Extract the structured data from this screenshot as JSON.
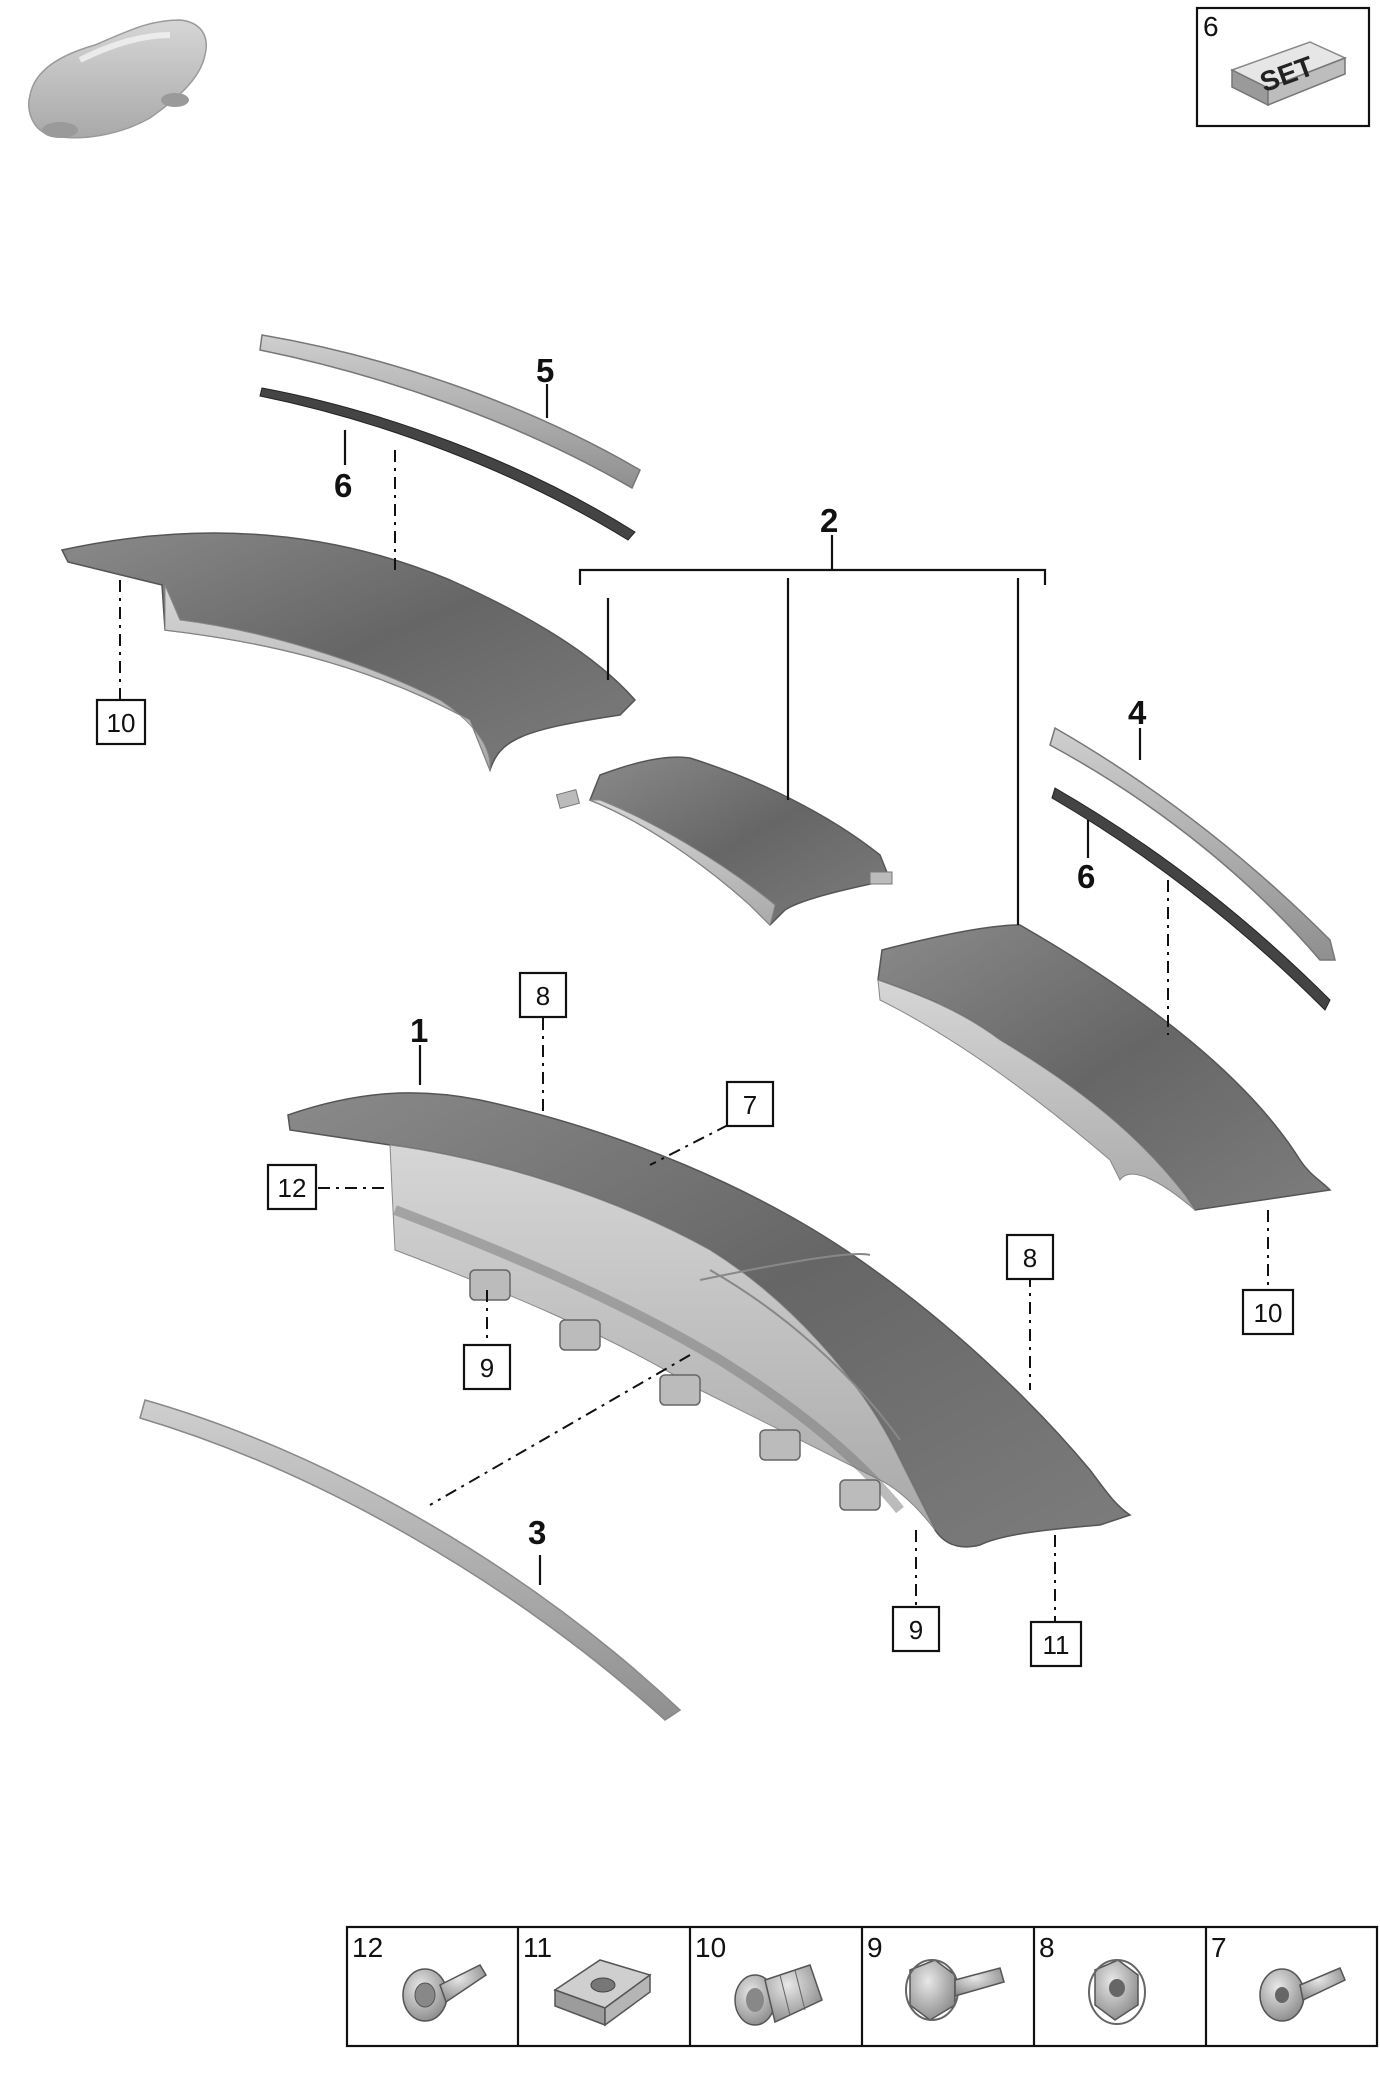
{
  "callouts": {
    "p1": "1",
    "p2": "2",
    "p3": "3",
    "p4": "4",
    "p5": "5",
    "p6a": "6",
    "p6b": "6",
    "b7": "7",
    "b8a": "8",
    "b8b": "8",
    "b9a": "9",
    "b9b": "9",
    "b10a": "10",
    "b10b": "10",
    "b11": "11",
    "b12": "12"
  },
  "set_box": {
    "number": "6",
    "label": "SET"
  },
  "legend": [
    {
      "number": "12",
      "icon": "clip-screw-icon"
    },
    {
      "number": "11",
      "icon": "spring-nut-icon"
    },
    {
      "number": "10",
      "icon": "expansion-rivet-icon"
    },
    {
      "number": "9",
      "icon": "hex-flange-bolt-icon"
    },
    {
      "number": "8",
      "icon": "hex-flange-nut-icon"
    },
    {
      "number": "7",
      "icon": "torx-pan-screw-icon"
    }
  ],
  "colors": {
    "part_dark": "#6e6e6e",
    "part_light": "#b9b9b9",
    "line": "#111111"
  }
}
